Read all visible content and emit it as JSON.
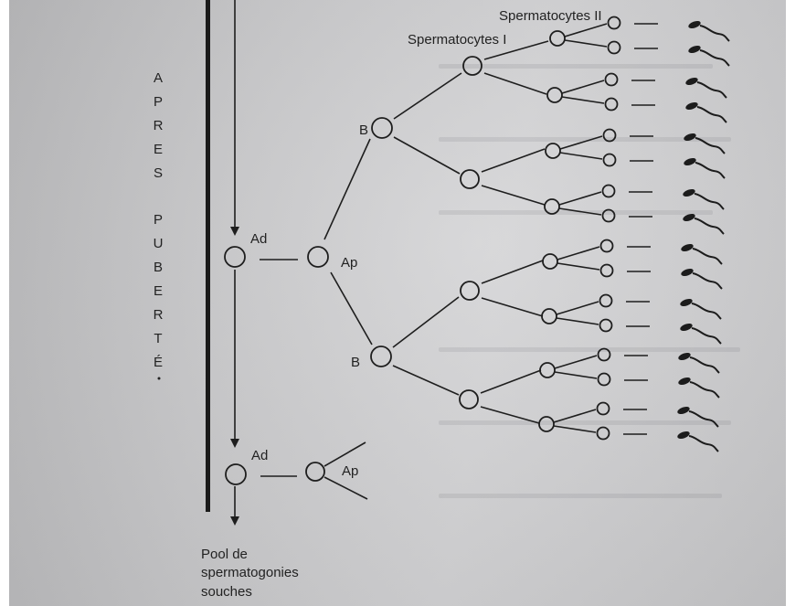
{
  "labels": {
    "spermatocytes_ii": "Spermatocytes II",
    "spermatocytes_i": "Spermatocytes I",
    "b_upper": "B",
    "b_lower": "B",
    "ad_upper": "Ad",
    "ap_upper": "Ap",
    "ad_lower": "Ad",
    "ap_lower": "Ap",
    "pool_line1": "Pool de",
    "pool_line2": "spermatogonies",
    "pool_line3": "souches"
  },
  "side_text_1": [
    "A",
    "P",
    "R",
    "E",
    "S"
  ],
  "side_text_2": [
    "P",
    "U",
    "B",
    "E",
    "R",
    "T",
    "É"
  ],
  "colors": {
    "ink": "#1e1e1e",
    "page": "#c6c6c8",
    "margin": "#ffffff"
  }
}
